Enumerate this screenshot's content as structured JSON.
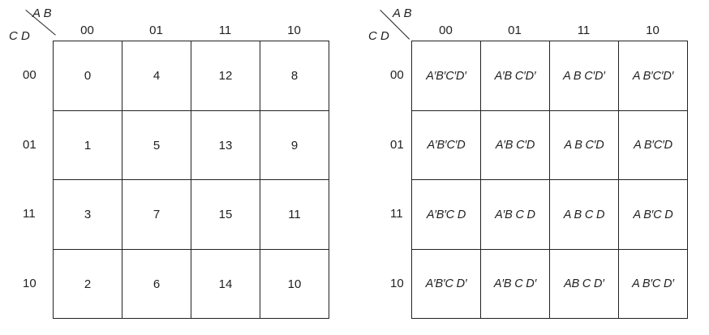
{
  "left_map": {
    "ab_label": "A B",
    "cd_label": "C D",
    "col_headers": [
      "00",
      "01",
      "11",
      "10"
    ],
    "row_headers": [
      "00",
      "01",
      "11",
      "10"
    ],
    "cells": [
      [
        "0",
        "4",
        "12",
        "8"
      ],
      [
        "1",
        "5",
        "13",
        "9"
      ],
      [
        "3",
        "7",
        "15",
        "11"
      ],
      [
        "2",
        "6",
        "14",
        "10"
      ]
    ]
  },
  "right_map": {
    "ab_label": "A B",
    "cd_label": "C D",
    "col_headers": [
      "00",
      "01",
      "11",
      "10"
    ],
    "row_headers": [
      "00",
      "01",
      "11",
      "10"
    ],
    "cells": [
      [
        "A′B′C′D′",
        "A′B C′D′",
        "A B C′D′",
        "A B′C′D′"
      ],
      [
        "A′B′C′D",
        "A′B C′D",
        "A B C′D",
        "A B′C′D"
      ],
      [
        "A′B′C D",
        "A′B C D",
        "A B C D",
        "A B′C D"
      ],
      [
        "A′B′C D′",
        "A′B C D′",
        "AB C D′",
        "A B′C D′"
      ]
    ]
  }
}
